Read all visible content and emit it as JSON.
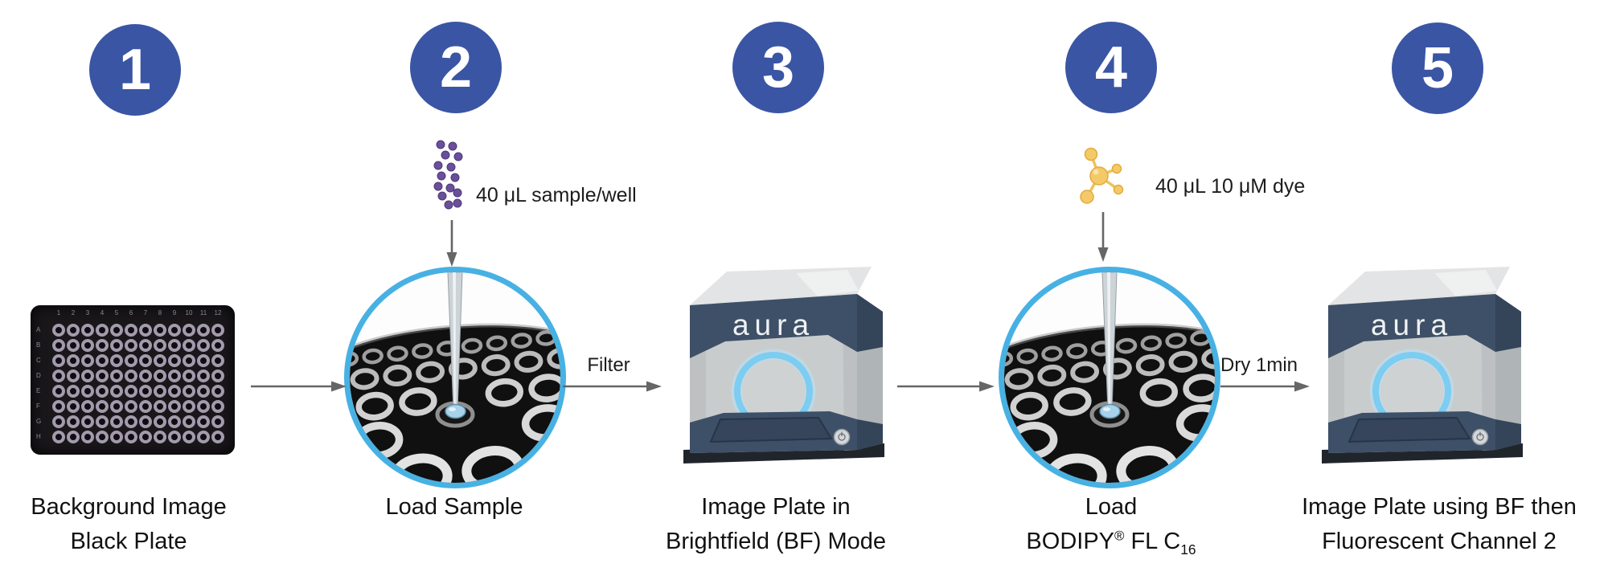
{
  "colors": {
    "step_badge_blue": "#3a55a4",
    "accent_cyan": "#47b1e3",
    "arrow_gray": "#666666",
    "label_text": "#111111",
    "droplet_purple": "#6a4f9b",
    "dye_yellow": "#f3ca67",
    "instrument_band_navy": "#3e5067",
    "instrument_body_gray": "#c9cccd",
    "plate_black": "#1a171b"
  },
  "steps": [
    {
      "number": "1",
      "label_lines": [
        "Background Image",
        "Black Plate"
      ],
      "plate": {
        "column_labels": [
          "1",
          "2",
          "3",
          "4",
          "5",
          "6",
          "7",
          "8",
          "9",
          "10",
          "11",
          "12"
        ],
        "row_labels": [
          "A",
          "B",
          "C",
          "D",
          "E",
          "F",
          "G",
          "H"
        ]
      }
    },
    {
      "number": "2",
      "label_lines": [
        "Load Sample"
      ],
      "annotation": "40 μL sample/well"
    },
    {
      "number": "3",
      "label_lines": [
        "Image Plate in",
        "Brightfield (BF) Mode"
      ],
      "device_brand": "aura"
    },
    {
      "number": "4",
      "label_lines": [
        "Load"
      ],
      "label_chem": {
        "name": "BODIPY",
        "registered": "®",
        "suffix": " FL C",
        "subscript": "16"
      },
      "annotation": "40 μL 10 μM dye"
    },
    {
      "number": "5",
      "label_lines": [
        "Image Plate using BF then",
        "Fluorescent Channel 2"
      ],
      "device_brand": "aura"
    }
  ],
  "connectors": [
    {
      "label": ""
    },
    {
      "label": "Filter"
    },
    {
      "label": ""
    },
    {
      "label": "Dry 1min"
    }
  ]
}
